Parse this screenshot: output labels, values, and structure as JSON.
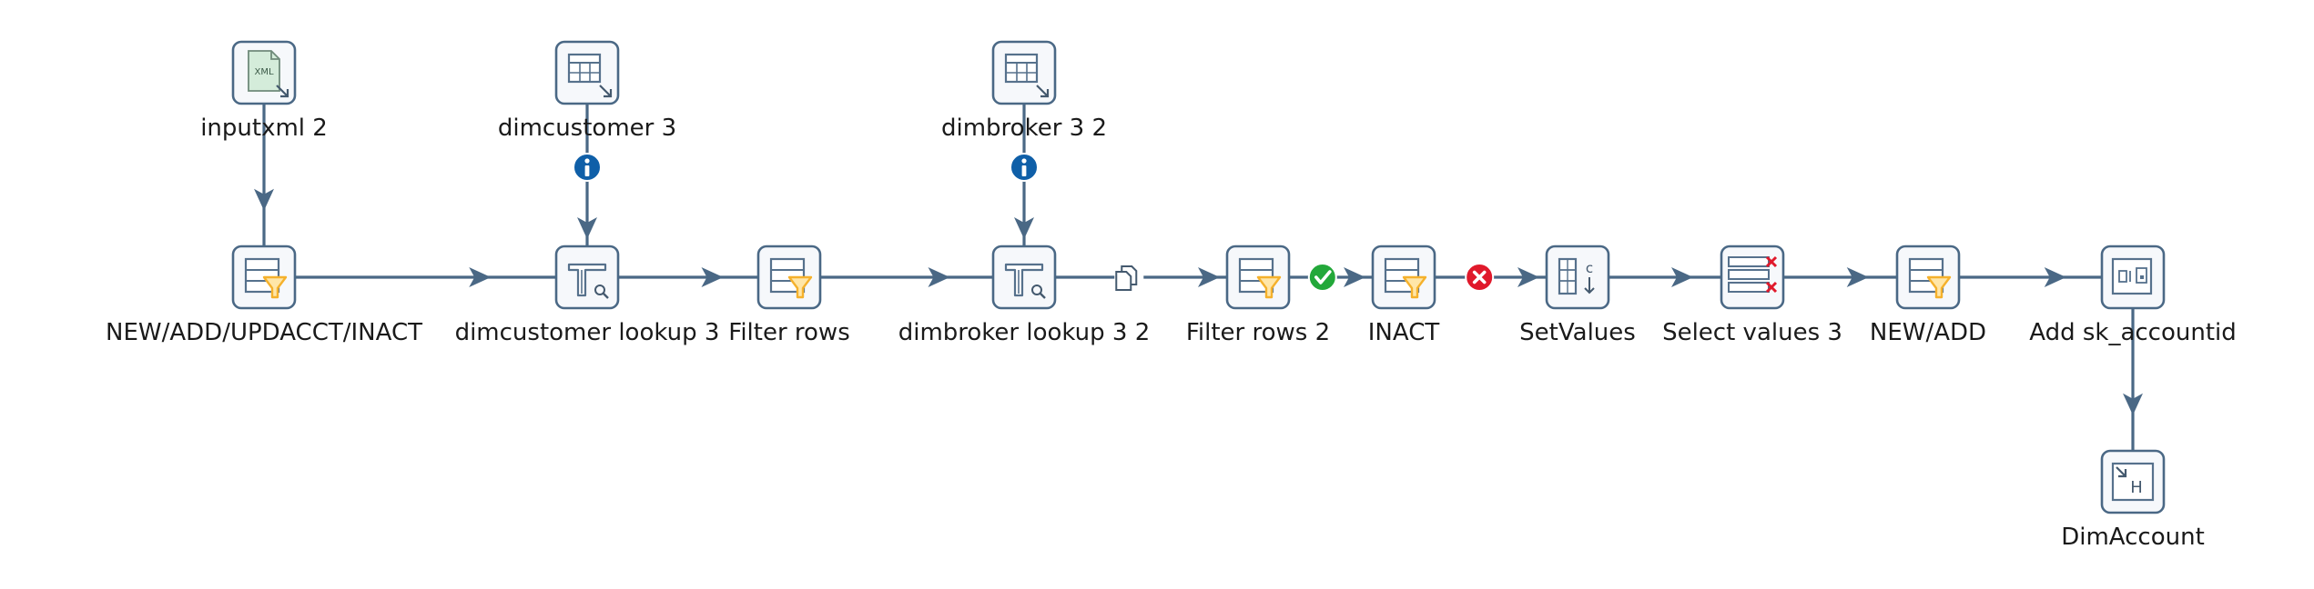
{
  "diagram": {
    "title": "",
    "nodes": [
      {
        "id": "inputxml2",
        "label": "inputxml 2",
        "icon": "xml-input-icon"
      },
      {
        "id": "dimcustomer3",
        "label": "dimcustomer 3",
        "icon": "table-input-icon"
      },
      {
        "id": "dimbroker32",
        "label": "dimbroker 3 2",
        "icon": "table-input-icon"
      },
      {
        "id": "newaddupdacct",
        "label": "NEW/ADD/UPDACCT/INACT",
        "icon": "filter-rows-icon"
      },
      {
        "id": "dimcustomerlookup3",
        "label": "dimcustomer lookup 3",
        "icon": "database-lookup-icon"
      },
      {
        "id": "filterrows",
        "label": "Filter rows",
        "icon": "filter-rows-icon"
      },
      {
        "id": "dimbrokerlookup32",
        "label": "dimbroker lookup 3 2",
        "icon": "database-lookup-icon"
      },
      {
        "id": "filterrows2",
        "label": "Filter rows 2",
        "icon": "filter-rows-icon"
      },
      {
        "id": "inact",
        "label": "INACT",
        "icon": "filter-rows-icon"
      },
      {
        "id": "setvalues",
        "label": "SetValues",
        "icon": "set-values-icon"
      },
      {
        "id": "selectvalues3",
        "label": "Select values 3",
        "icon": "select-values-icon"
      },
      {
        "id": "newadd",
        "label": "NEW/ADD",
        "icon": "filter-rows-icon"
      },
      {
        "id": "addskaccountid",
        "label": "Add sk_accountid",
        "icon": "sequence-icon"
      },
      {
        "id": "dimaccount",
        "label": "DimAccount",
        "icon": "table-output-icon"
      }
    ],
    "edges": [
      {
        "from": "inputxml2",
        "to": "newaddupdacct",
        "marker": "none"
      },
      {
        "from": "dimcustomer3",
        "to": "dimcustomerlookup3",
        "marker": "info-icon"
      },
      {
        "from": "dimbroker32",
        "to": "dimbrokerlookup32",
        "marker": "info-icon"
      },
      {
        "from": "newaddupdacct",
        "to": "dimcustomerlookup3",
        "marker": "none"
      },
      {
        "from": "dimcustomerlookup3",
        "to": "filterrows",
        "marker": "none"
      },
      {
        "from": "filterrows",
        "to": "dimbrokerlookup32",
        "marker": "none"
      },
      {
        "from": "dimbrokerlookup32",
        "to": "filterrows2",
        "marker": "copy-rows-icon"
      },
      {
        "from": "filterrows2",
        "to": "inact",
        "marker": "true-check-icon"
      },
      {
        "from": "inact",
        "to": "setvalues",
        "marker": "false-cross-icon"
      },
      {
        "from": "setvalues",
        "to": "selectvalues3",
        "marker": "none"
      },
      {
        "from": "selectvalues3",
        "to": "newadd",
        "marker": "none"
      },
      {
        "from": "newadd",
        "to": "addskaccountid",
        "marker": "none"
      },
      {
        "from": "addskaccountid",
        "to": "dimaccount",
        "marker": "none"
      }
    ],
    "colors": {
      "edge": "#4a6885",
      "box_border": "#4a6885",
      "info": "#0f5fa8",
      "success": "#23a83a",
      "error": "#e0192b",
      "funnel": "#f5b12c",
      "xml_doc": "#d4ecda"
    }
  }
}
